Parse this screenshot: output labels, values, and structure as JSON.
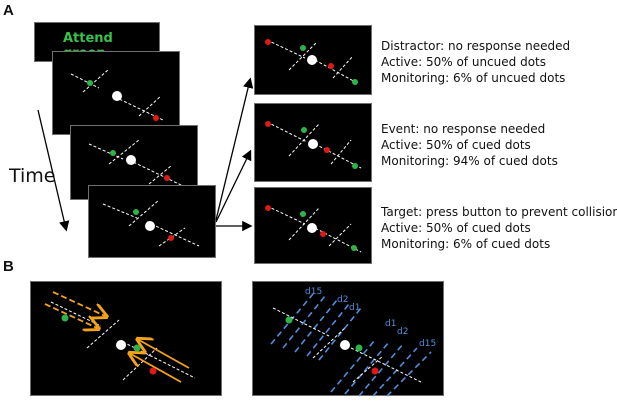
{
  "panel_a_label": "A",
  "panel_b_label": "B",
  "time_label": "Time",
  "attend_label": "Attend green",
  "outcomes": [
    {
      "lines": [
        "Distractor: no response needed",
        "Active: 50% of uncued dots",
        "Monitoring: 6% of uncued dots"
      ]
    },
    {
      "lines": [
        "Event: no response needed",
        "Active: 50% of cued dots",
        "Monitoring: 94% of cued dots"
      ]
    },
    {
      "lines": [
        "Target: press button to prevent collision!",
        "Active: 50% of cued dots",
        "Monitoring: 6% of cued dots"
      ]
    }
  ],
  "distance_labels": {
    "upper": [
      "d15",
      "d2",
      "d1"
    ],
    "lower": [
      "d1",
      "d2",
      "d15"
    ]
  },
  "colors": {
    "background": "#000000",
    "green_dot": "#2db34a",
    "red_dot": "#e01919",
    "center_dot": "#ffffff",
    "arrow_orange": "#f3a21c",
    "dashed_blue": "#4f8fdc"
  }
}
